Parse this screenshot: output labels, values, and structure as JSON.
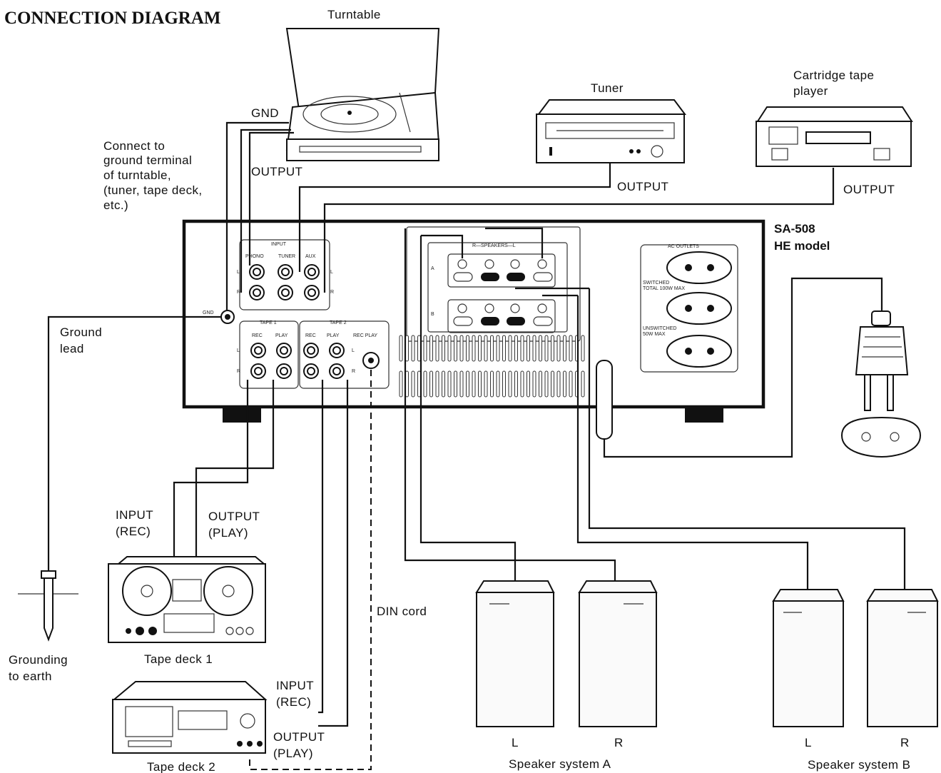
{
  "title": "CONNECTION DIAGRAM",
  "model": {
    "line1": "SA-508",
    "line2": "HE model"
  },
  "devices": {
    "turntable": "Turntable",
    "tuner": "Tuner",
    "cartridge": [
      "Cartridge tape",
      "player"
    ],
    "tape_deck_1": "Tape deck 1",
    "tape_deck_2": "Tape deck 2",
    "speaker_a": "Speaker system A",
    "speaker_b": "Speaker system B"
  },
  "labels": {
    "gnd": "GND",
    "turntable_output": "OUTPUT",
    "tuner_output": "OUTPUT",
    "cartridge_output": "OUTPUT",
    "connect_note": [
      "Connect to",
      "ground terminal",
      "of turntable,",
      "(tuner, tape deck,",
      "etc.)"
    ],
    "ground_lead": [
      "Ground",
      "lead"
    ],
    "grounding": [
      "Grounding",
      "to earth"
    ],
    "deck1_input": [
      "INPUT",
      "(REC)"
    ],
    "deck1_output": [
      "OUTPUT",
      "(PLAY)"
    ],
    "deck2_input": [
      "INPUT",
      "(REC)"
    ],
    "deck2_output": [
      "OUTPUT",
      "(PLAY)"
    ],
    "din_cord": "DIN cord",
    "spk_a_l": "L",
    "spk_a_r": "R",
    "spk_b_l": "L",
    "spk_b_r": "R"
  },
  "panel": {
    "input": "INPUT",
    "phono": "PHONO",
    "tuner": "TUNER",
    "aux": "AUX",
    "tape1": "TAPE 1",
    "tape2": "TAPE 2",
    "rec": "REC",
    "play": "PLAY",
    "rec_play": "REC PLAY",
    "speakers": "R—SPEAKERS—L",
    "ac_outlets": "AC OUTLETS",
    "switched": [
      "SWITCHED",
      "TOTAL 100W MAX"
    ],
    "unswitched": [
      "UNSWITCHED",
      "50W MAX"
    ],
    "gnd": "GND",
    "L": "L",
    "R": "R",
    "A": "A",
    "B": "B"
  }
}
